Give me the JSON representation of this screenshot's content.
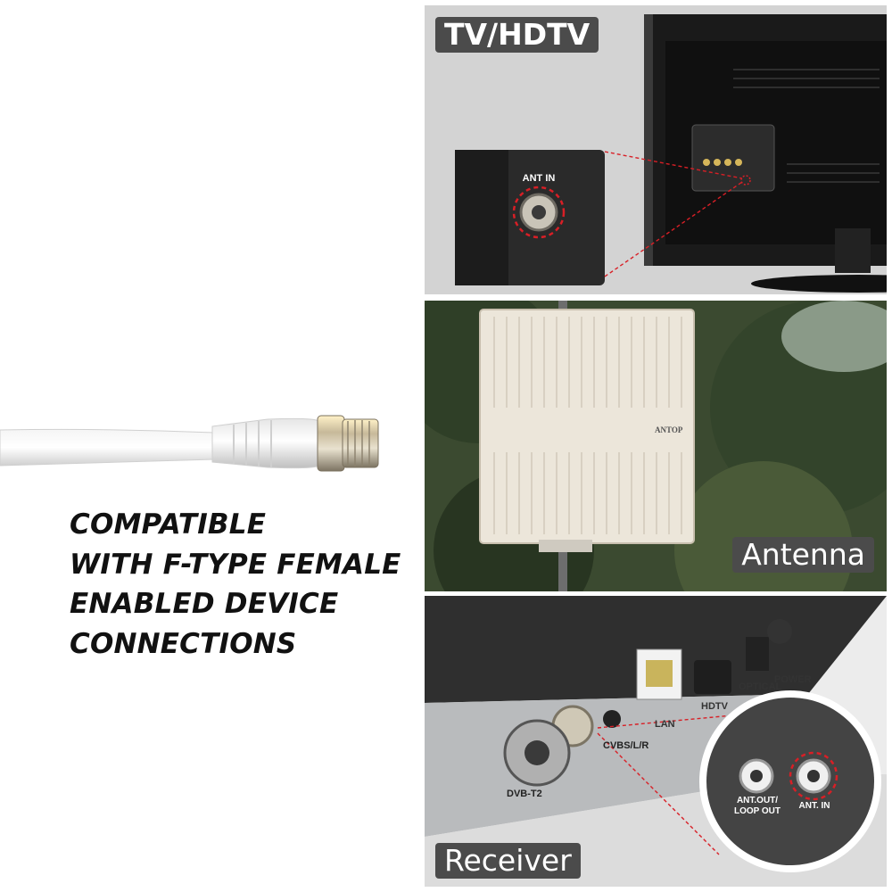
{
  "caption": {
    "lines": [
      "COMPATIBLE",
      "WITH F-TYPE FEMALE",
      "ENABLED DEVICE",
      "CONNECTIONS"
    ]
  },
  "tv_panel": {
    "tag": "TV/HDTV",
    "port_label": "ANT IN"
  },
  "antenna_panel": {
    "tag": "Antenna",
    "brand": "ANTOP"
  },
  "receiver_panel": {
    "tag": "Receiver",
    "ports": [
      "LAN",
      "HDTV",
      "OPTICAL",
      "POWER",
      "CVBS/L/R",
      "DVB-T2"
    ],
    "inset_labels": {
      "out": "ANT.OUT/\nLOOP OUT",
      "in": "ANT. IN"
    }
  },
  "colors": {
    "highlight_circle": "#d81f26",
    "tag_background": "#4b4b4b",
    "panel_gray": "#d3d3d3"
  }
}
